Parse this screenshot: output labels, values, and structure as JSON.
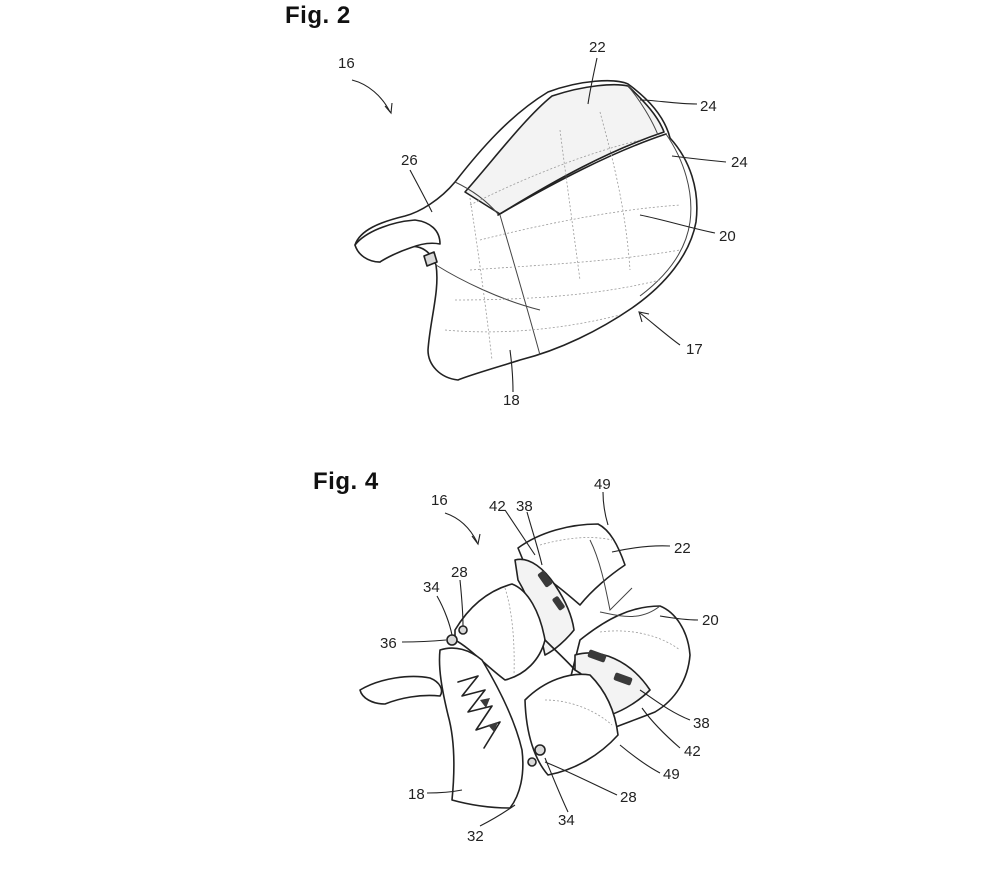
{
  "figures": {
    "fig2": {
      "title": "Fig. 2",
      "labels": [
        "16",
        "22",
        "24",
        "24",
        "26",
        "20",
        "17",
        "18"
      ]
    },
    "fig4": {
      "title": "Fig. 4",
      "labels": [
        "16",
        "42",
        "38",
        "49",
        "22",
        "34",
        "28",
        "36",
        "20",
        "38",
        "42",
        "49",
        "18",
        "28",
        "34",
        "32"
      ]
    }
  }
}
